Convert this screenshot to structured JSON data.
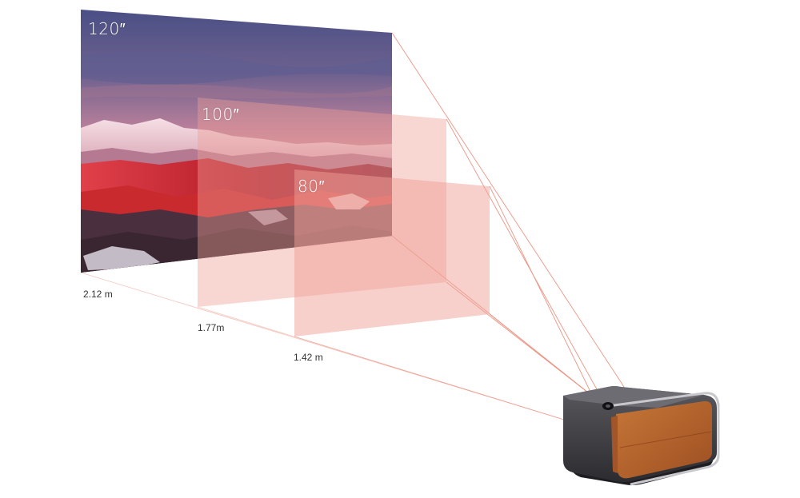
{
  "screens": [
    {
      "size_label": "120″",
      "distance_label": "2.12 m"
    },
    {
      "size_label": "100″",
      "distance_label": "1.77m"
    },
    {
      "size_label": "80″",
      "distance_label": "1.42 m"
    }
  ],
  "icons": {
    "landscape": "mountain-landscape-image",
    "projector": "projector-icon"
  },
  "colors": {
    "beam": "#e7826f",
    "screen_overlay": "#ef9f97",
    "projector_leather": "#b8622e",
    "projector_body": "#3c3c3c",
    "sky_top": "#4a4f85",
    "sky_bottom": "#e59b96",
    "mountain_red": "#c92a2e"
  }
}
